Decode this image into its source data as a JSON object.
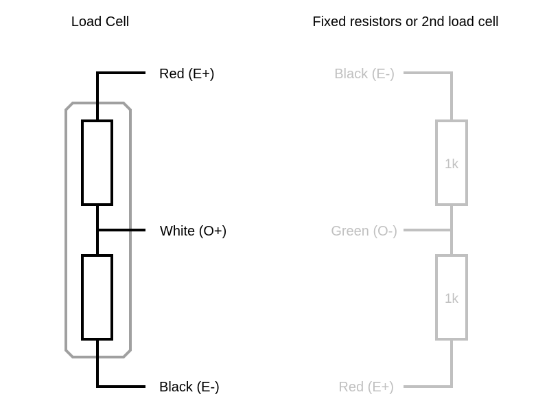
{
  "colors": {
    "primary": "#000000",
    "faded": "#c0c0c0",
    "enclosure": "#a0a0a0"
  },
  "titles": {
    "left": "Load Cell",
    "right": "Fixed resistors or 2nd load cell"
  },
  "load_cell": {
    "wires": {
      "top": "Red (E+)",
      "middle": "White (O+)",
      "bottom": "Black (E-)"
    }
  },
  "fixed_resistors": {
    "wires": {
      "top": "Black (E-)",
      "middle": "Green (O-)",
      "bottom": "Red (E+)"
    },
    "resistors": {
      "top": "1k",
      "bottom": "1k"
    }
  }
}
